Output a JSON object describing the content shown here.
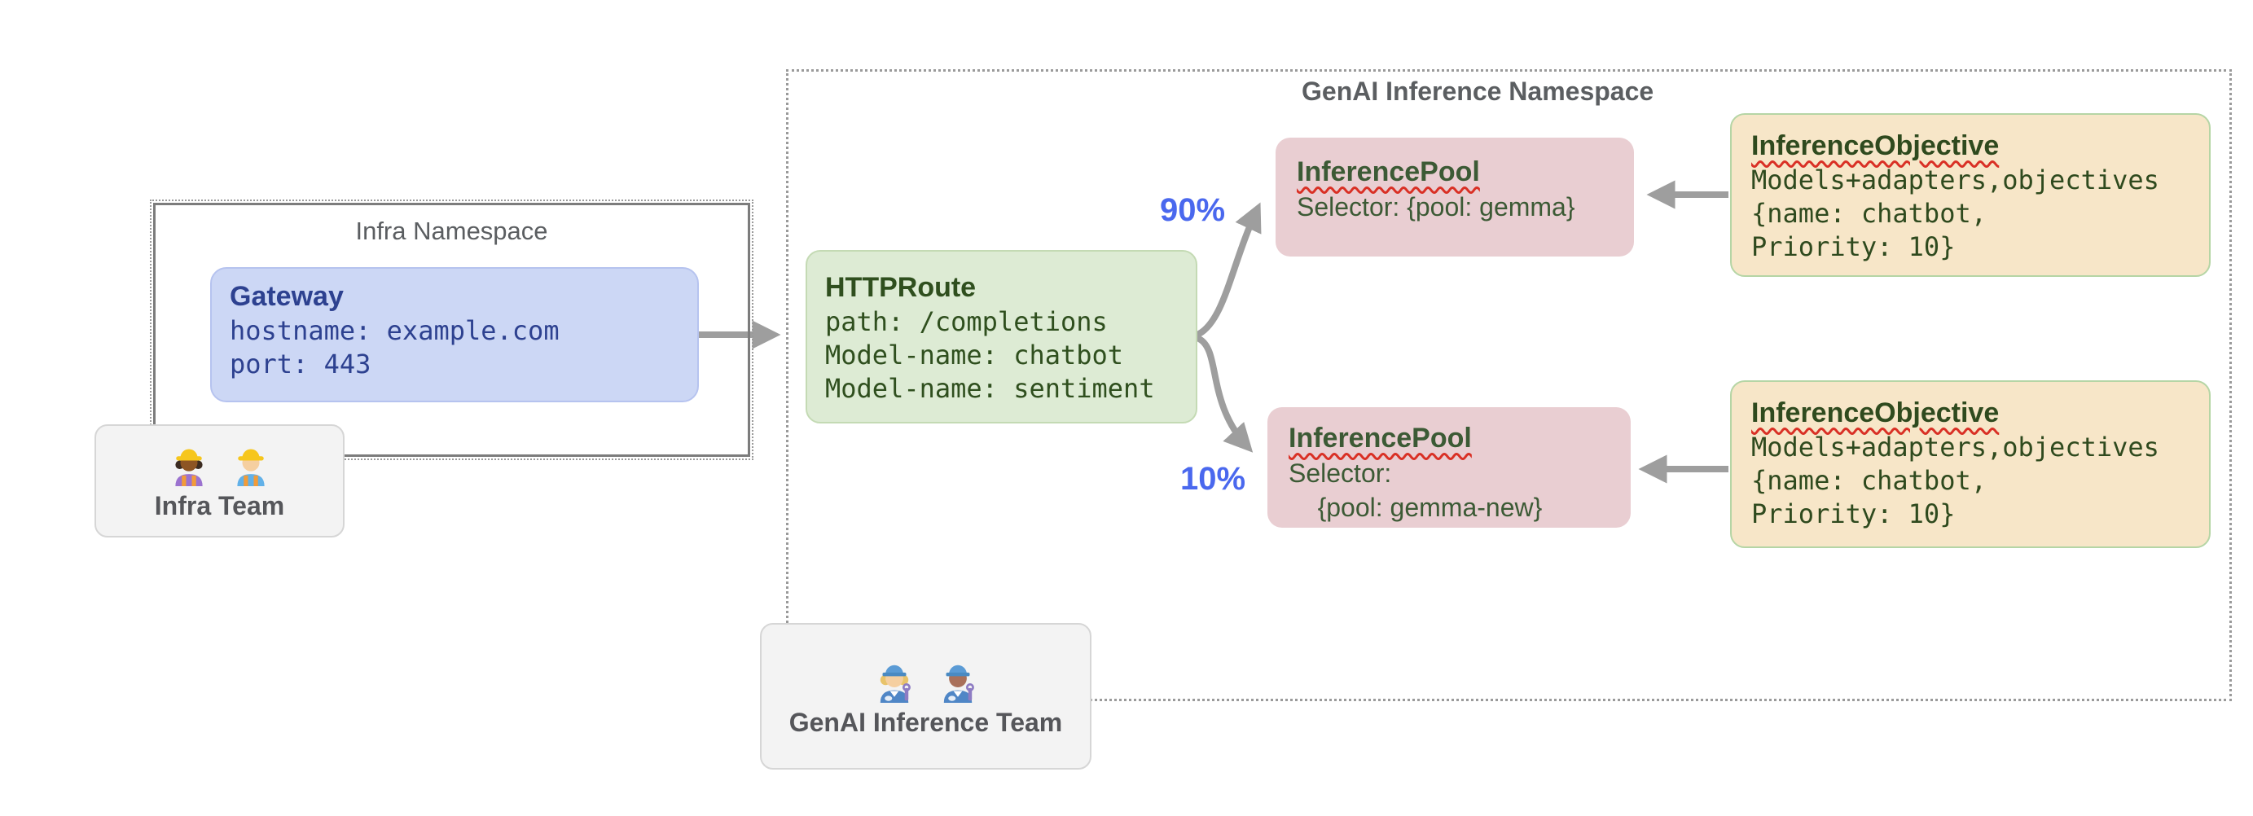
{
  "diagram": {
    "infra_namespace": {
      "title": "Infra Namespace",
      "gateway": {
        "title": "Gateway",
        "lines": [
          "hostname: example.com",
          "port: 443"
        ]
      }
    },
    "genai_namespace": {
      "title": "GenAI Inference Namespace",
      "httproute": {
        "title": "HTTPRoute",
        "lines": [
          "path: /completions",
          "Model-name: chatbot",
          "Model-name: sentiment"
        ]
      },
      "pools": [
        {
          "title": "InferencePool",
          "lines": [
            "Selector: {pool: gemma}",
            ""
          ]
        },
        {
          "title": "InferencePool",
          "lines": [
            "Selector:",
            "    {pool: gemma-new}"
          ]
        }
      ],
      "objectives": [
        {
          "title": "InferenceObjective",
          "lines": [
            "Models+adapters,objectives",
            "{name: chatbot,",
            "Priority: 10}"
          ]
        },
        {
          "title": "InferenceObjective",
          "lines": [
            "Models+adapters,objectives",
            "{name: chatbot,",
            "Priority: 10}"
          ]
        }
      ],
      "traffic_split": [
        {
          "label": "90%",
          "target": "InferencePool {pool: gemma}"
        },
        {
          "label": "10%",
          "target": "InferencePool {pool: gemma-new}"
        }
      ]
    },
    "teams": {
      "infra": {
        "label": "Infra Team",
        "icons": [
          "woman-construction-worker-icon",
          "man-construction-worker-icon"
        ]
      },
      "genai": {
        "label": "GenAI Inference Team",
        "icons": [
          "woman-mechanic-icon",
          "man-mechanic-icon"
        ]
      }
    },
    "colors": {
      "arrow": "#9e9e9e",
      "traffic_percent_text": "#4a68ee",
      "gateway_fill": "#ccd7f5",
      "gateway_text": "#2d4190",
      "httproute_fill": "#ddebd4",
      "pool_fill": "#e9ced2",
      "objective_fill": "#f7e6c8",
      "resource_text_green": "#2f4a1e",
      "team_fill": "#f3f3f3",
      "namespace_solid_border": "#7c7c7c",
      "namespace_dotted_border": "#9a9a9a",
      "squiggle_underline": "#d93025"
    }
  }
}
